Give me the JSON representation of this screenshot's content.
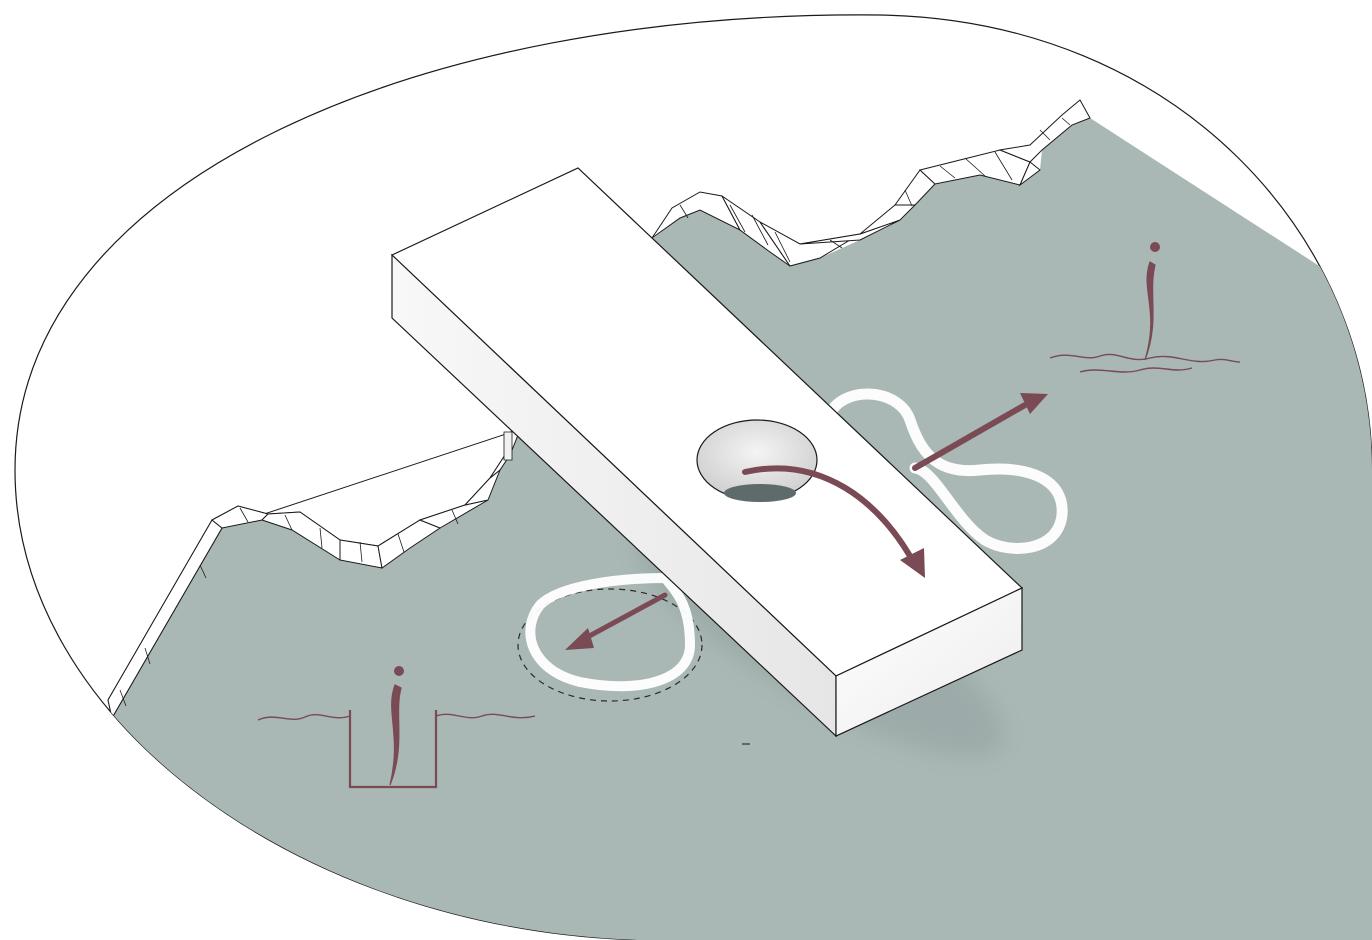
{
  "diagram": {
    "colors": {
      "background": "#ffffff",
      "land": "#ffffff",
      "water": "#a9b7b5",
      "water_deep": "#9eaeac",
      "outline": "#1a1a1a",
      "accent": "#7a4a55",
      "loop": "#ffffff",
      "slab_top": "#ffffff",
      "slab_side": "#f0f0f0",
      "slab_front": "#f7f7f7",
      "hole_inner": "#d9d9d9",
      "hole_water": "#5f6b6a"
    },
    "elements": [
      {
        "id": "island-disc",
        "kind": "circular terrain base"
      },
      {
        "id": "water-surface",
        "kind": "flooded area with jagged cliff edge"
      },
      {
        "id": "platform-slab",
        "kind": "rectangular raised platform"
      },
      {
        "id": "opening",
        "kind": "circular hole through platform"
      },
      {
        "id": "flow-loop-right",
        "kind": "white looping path in water"
      },
      {
        "id": "flow-loop-left",
        "kind": "white looping path with dashed ring"
      },
      {
        "id": "flow-arrows",
        "kind": "three directional arrows"
      },
      {
        "id": "plant-right",
        "kind": "aquatic plant on water surface"
      },
      {
        "id": "plant-left",
        "kind": "aquatic plant in submerged container"
      }
    ]
  }
}
